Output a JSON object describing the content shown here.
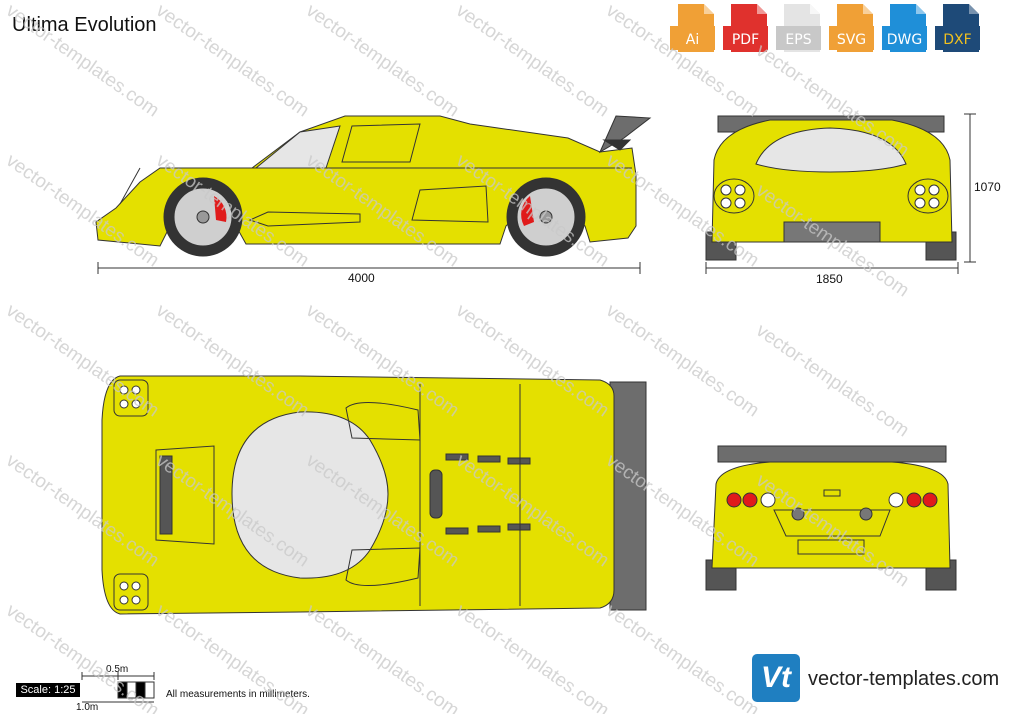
{
  "title": "Ultima Evolution",
  "formats": [
    {
      "label": "Ai",
      "color": "#f0a036",
      "icon": "ai-file-icon"
    },
    {
      "label": "PDF",
      "color": "#e0312d",
      "icon": "pdf-file-icon"
    },
    {
      "label": "EPS",
      "color": "#d9d9d9",
      "icon": "eps-file-icon"
    },
    {
      "label": "SVG",
      "color": "#f0a036",
      "icon": "svg-file-icon"
    },
    {
      "label": "DWG",
      "color": "#1f8fd8",
      "icon": "dwg-file-icon"
    },
    {
      "label": "DXF",
      "color": "#1e4a78",
      "icon": "dxf-file-icon"
    }
  ],
  "dimensions": {
    "length": "4000",
    "width": "1850",
    "height": "1070"
  },
  "scale": {
    "label": "Scale: 1:25",
    "half": "0.5m",
    "full": "1.0m"
  },
  "note": "All measurements in millimeters.",
  "brand": {
    "logo": "Vt",
    "text": "vector-templates.com"
  },
  "watermark": "vector-templates.com",
  "colors": {
    "body": "#e4e000",
    "tire": "#333333",
    "rim": "#cfcfcf",
    "brake": "#e01b1b",
    "glass": "#e6e6e6",
    "wing": "#6d6d6d"
  }
}
